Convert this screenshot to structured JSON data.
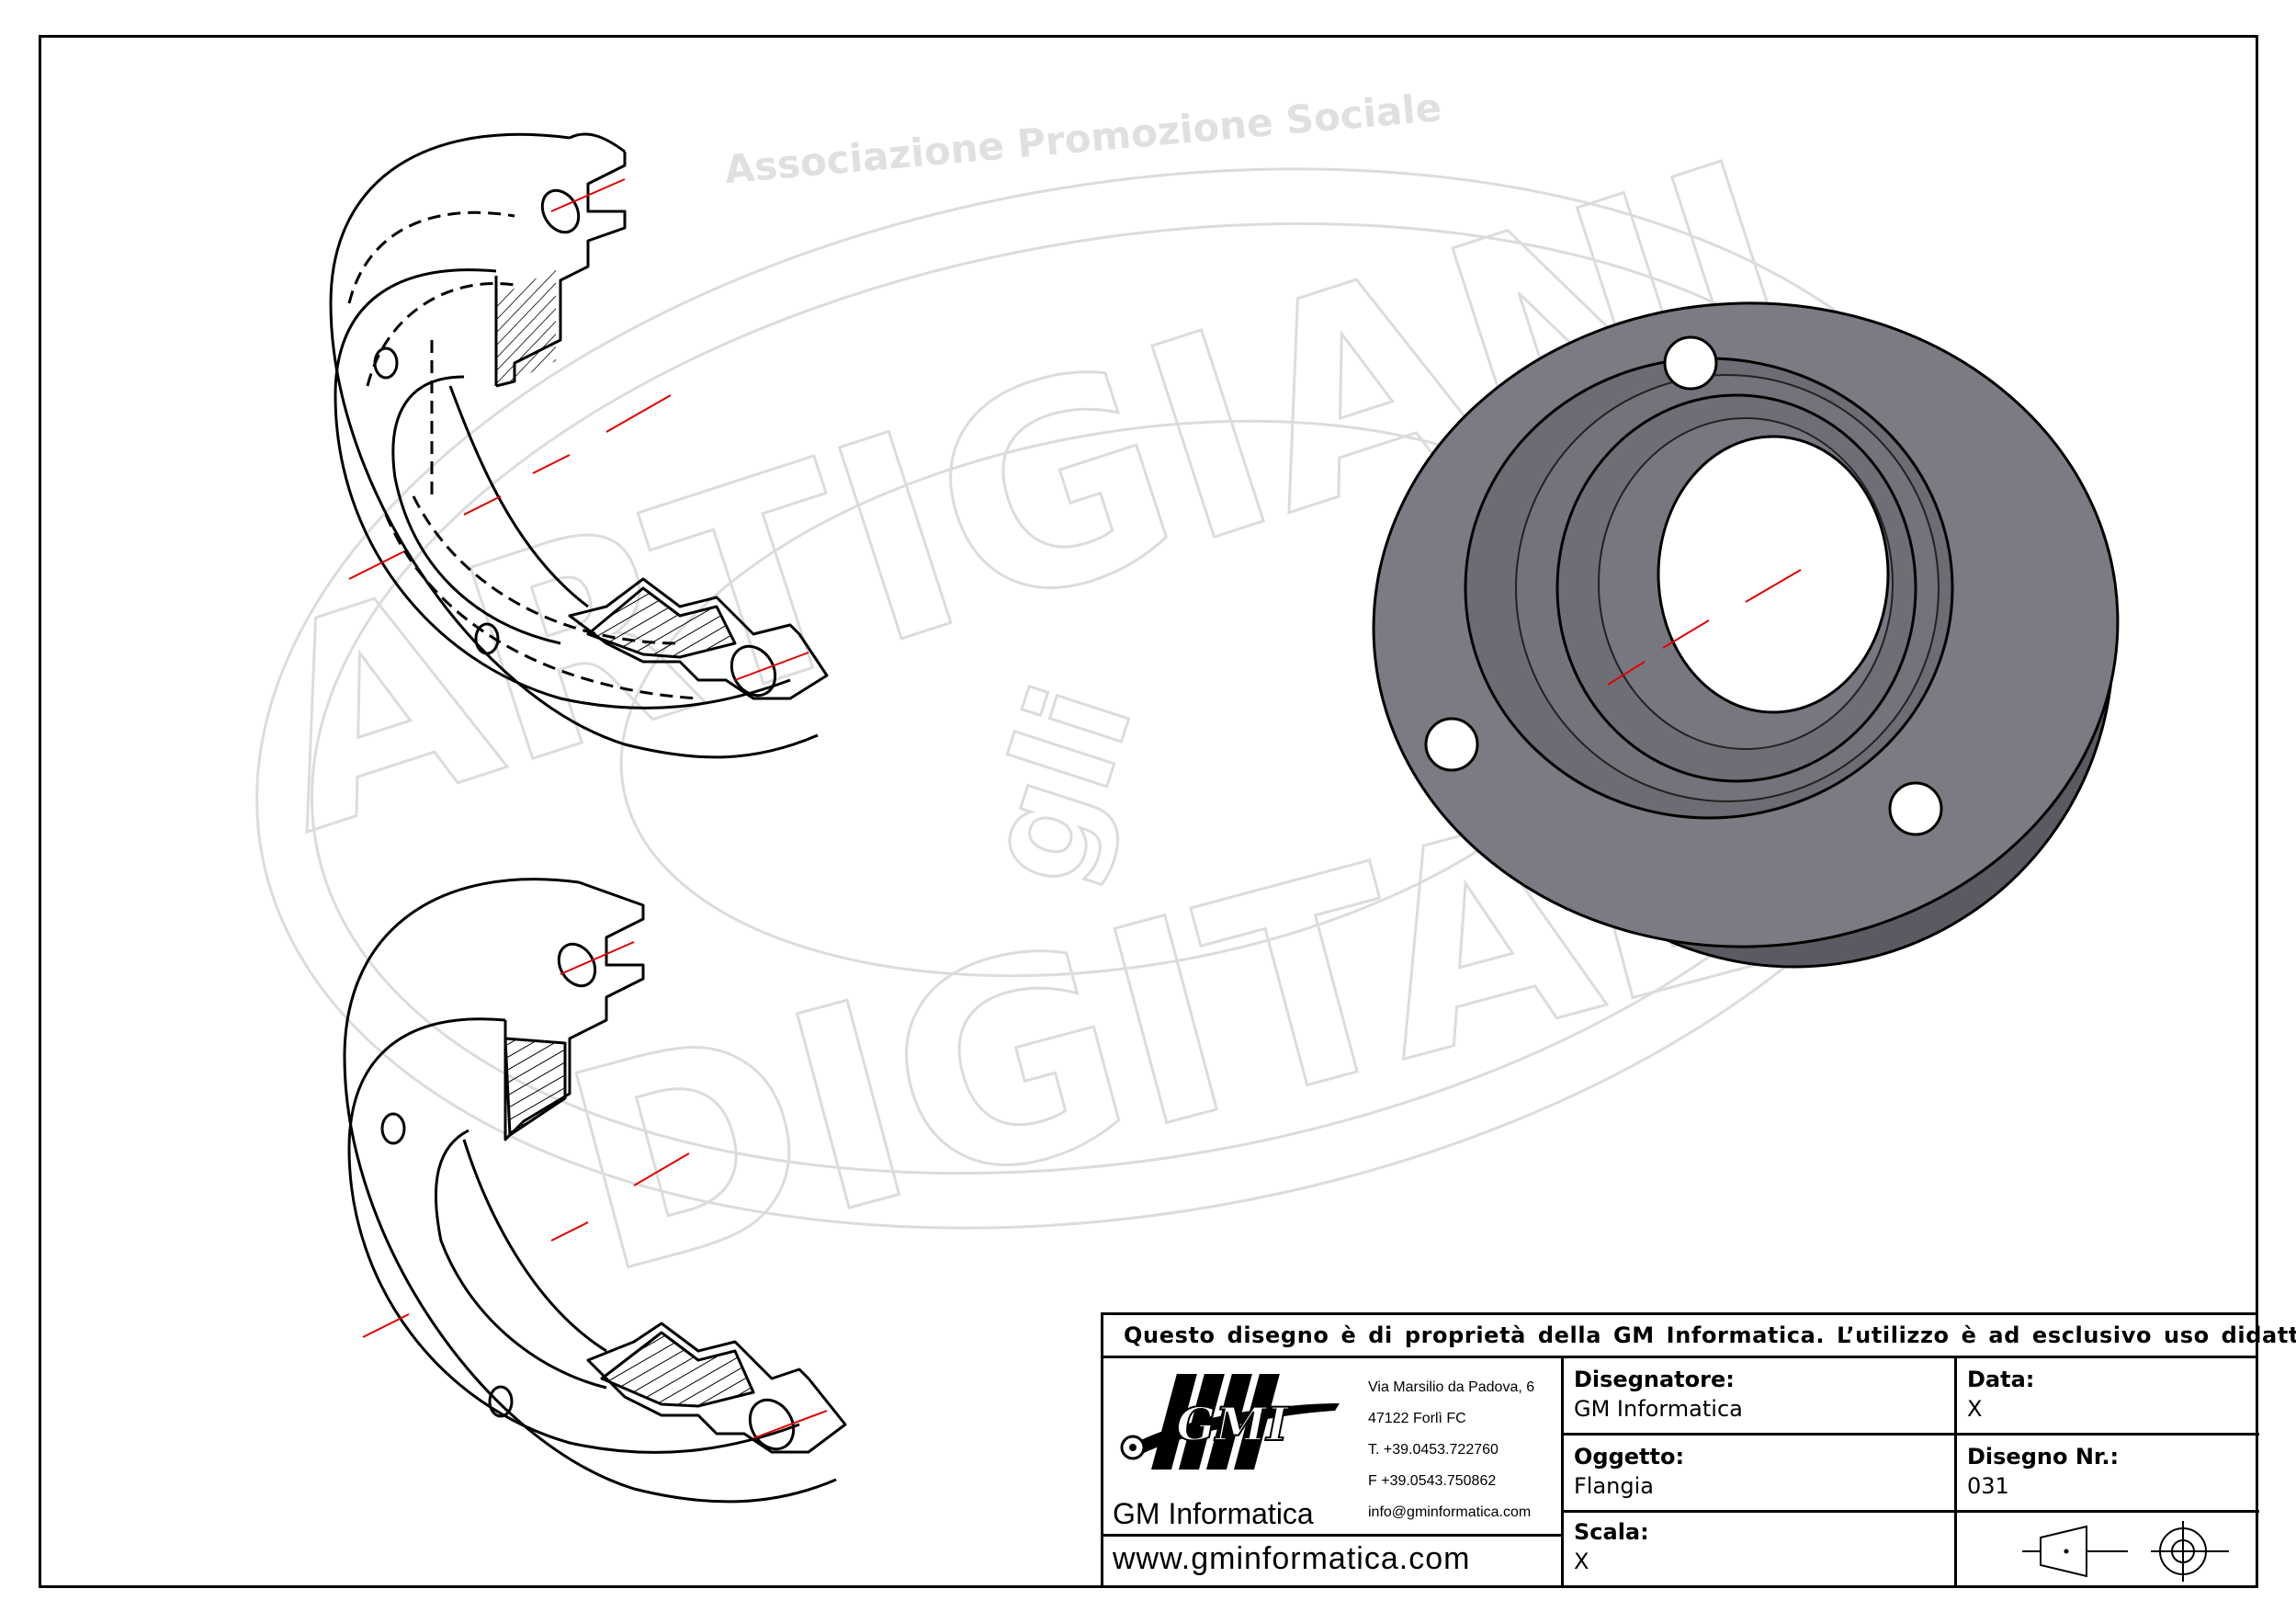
{
  "watermark": {
    "association": "Associazione Promozione Sociale",
    "word_top": "ARTIGIANI",
    "word_mid": "gli",
    "word_bottom": "DIGITALI"
  },
  "title_block": {
    "notice": "Questo disegno è di proprietà della GM Informatica. L’utilizzo è ad esclusivo uso didattico.",
    "company": {
      "logo_text": "GMI",
      "name": "GM Informatica",
      "address_line1": "Via Marsilio da Padova, 6",
      "address_line2": "47122  Forlì  FC",
      "phone": "T. +39.0453.722760",
      "fax": "F +39.0543.750862",
      "email": "info@gminformatica.com",
      "website": "www.gminformatica.com"
    },
    "fields": {
      "designer_label": "Disegnatore:",
      "designer_value": "GM  Informatica",
      "date_label": "Data:",
      "date_value": "X",
      "object_label": "Oggetto:",
      "object_value": "Flangia",
      "drawing_number_label": "Disegno  Nr.:",
      "drawing_number_value": "031",
      "scale_label": "Scala:",
      "scale_value": "X"
    },
    "projection_symbol": "first-angle-projection-icon"
  },
  "colors": {
    "line": "#000000",
    "centerline": "#e00000",
    "flange_face": "#7b7b83",
    "flange_side": "#5a5a62",
    "watermark": "#d8d8d8"
  }
}
